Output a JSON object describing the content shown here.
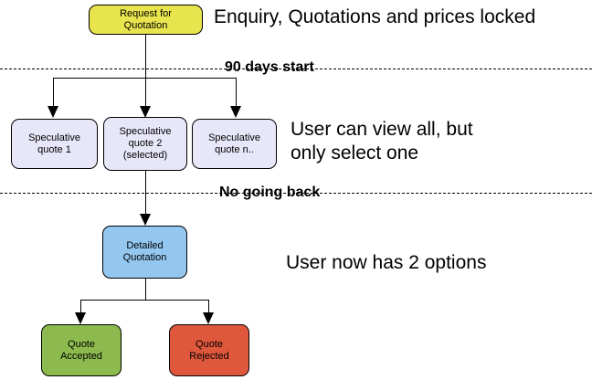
{
  "diagram": {
    "title_hint": "Quotation process flowchart",
    "nodes": {
      "request": {
        "line1": "Request for",
        "line2": "Quotation",
        "fill": "#E8E44E"
      },
      "spec1": {
        "line1": "Speculative",
        "line2": "quote 1",
        "fill": "#E7E7F9"
      },
      "spec2": {
        "line1": "Speculative",
        "line2": "quote 2",
        "line3": "(selected)",
        "fill": "#E7E7F9"
      },
      "spec3": {
        "line1": "Speculative",
        "line2": "quote n..",
        "fill": "#E7E7F9"
      },
      "detailed": {
        "line1": "Detailed",
        "line2": "Quotation",
        "fill": "#94C7F0"
      },
      "accepted": {
        "line1": "Quote",
        "line2": "Accepted",
        "fill": "#8DBA4E"
      },
      "rejected": {
        "line1": "Quote",
        "line2": "Rejected",
        "fill": "#E0583C"
      }
    },
    "annotations": {
      "enquiry": "Enquiry, Quotations and prices locked",
      "phase1": "90 days start",
      "view_line1": "User can view all, but",
      "view_line2": "only select one",
      "phase2": "No going back",
      "options": "User now has 2 options"
    },
    "colors": {
      "connector": "#000000",
      "text": "#000000",
      "background": "#FFFFFF"
    }
  }
}
